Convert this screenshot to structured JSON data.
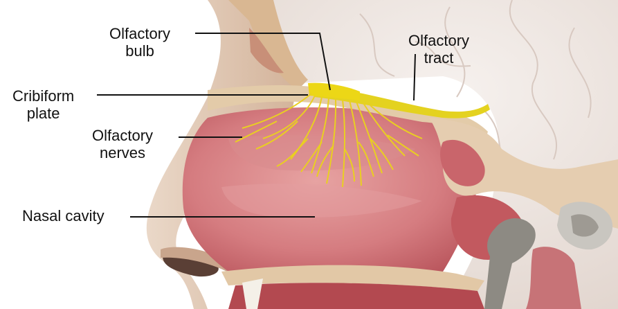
{
  "labels": {
    "olfactory_bulb": {
      "line1": "Olfactory",
      "line2": "bulb"
    },
    "olfactory_tract": {
      "line1": "Olfactory",
      "line2": "tract"
    },
    "cribiform_plate": {
      "line1": "Cribiform",
      "line2": "plate"
    },
    "olfactory_nerves": {
      "line1": "Olfactory",
      "line2": "nerves"
    },
    "nasal_cavity": {
      "line1": "Nasal cavity"
    }
  },
  "colors": {
    "skin": "#dcbfa7",
    "bone": "#ddc3a3",
    "mucosa": "#cf6f74",
    "nerve": "#e8d31a",
    "brain": "#efe7e2",
    "leader": "#111111"
  }
}
